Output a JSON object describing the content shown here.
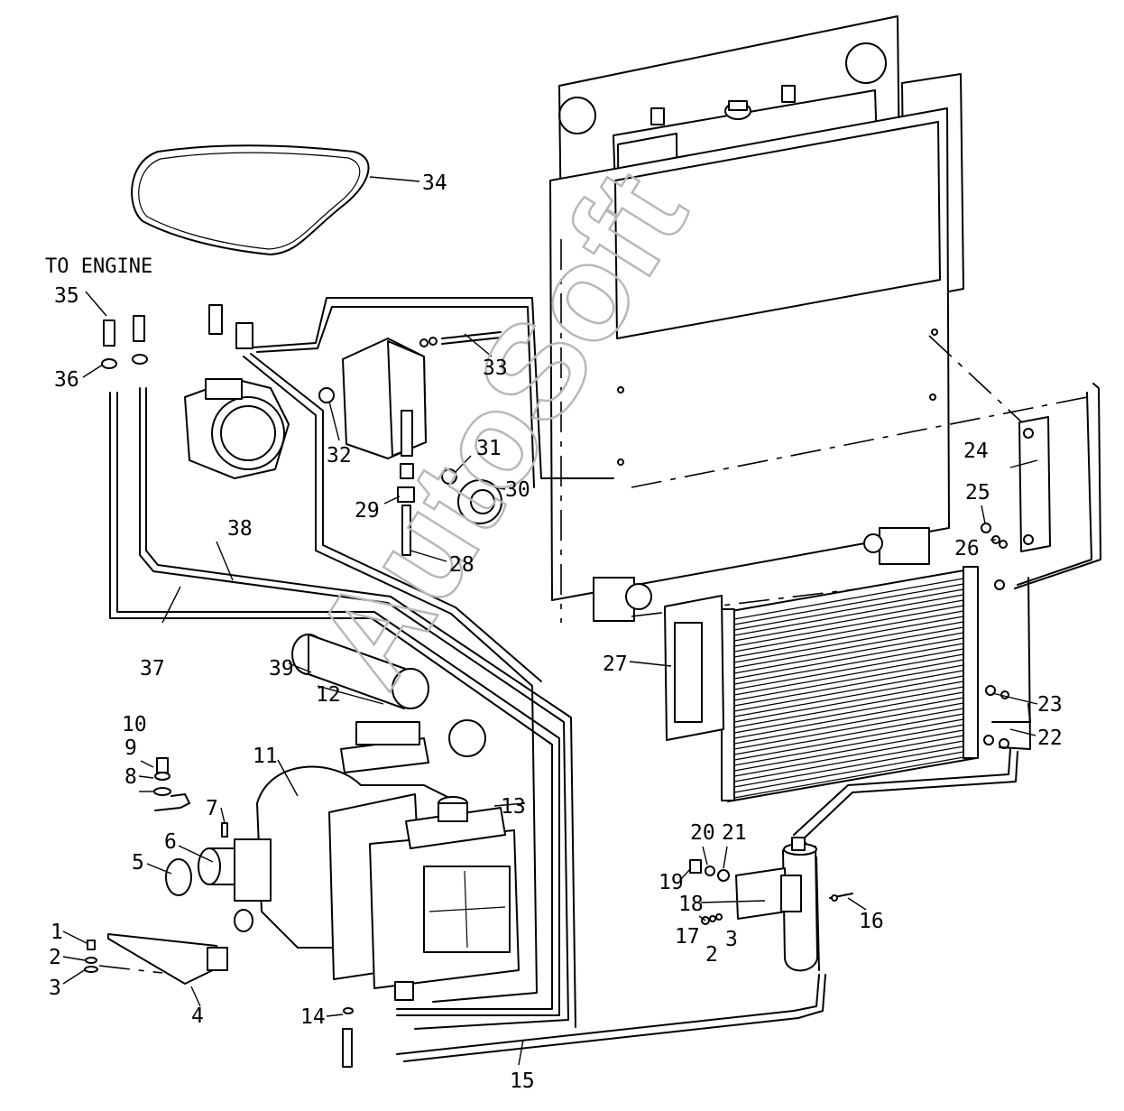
{
  "note_to_engine": "TO ENGINE",
  "watermark": "AutoSoft",
  "callouts": [
    "1",
    "2",
    "3",
    "4",
    "5",
    "6",
    "7",
    "8",
    "9",
    "10",
    "11",
    "12",
    "13",
    "14",
    "15",
    "16",
    "17",
    "18",
    "19",
    "20",
    "21",
    "22",
    "23",
    "24",
    "25",
    "26",
    "27",
    "28",
    "29",
    "30",
    "31",
    "32",
    "33",
    "34",
    "35",
    "36",
    "37",
    "38",
    "39",
    "2",
    "3"
  ]
}
